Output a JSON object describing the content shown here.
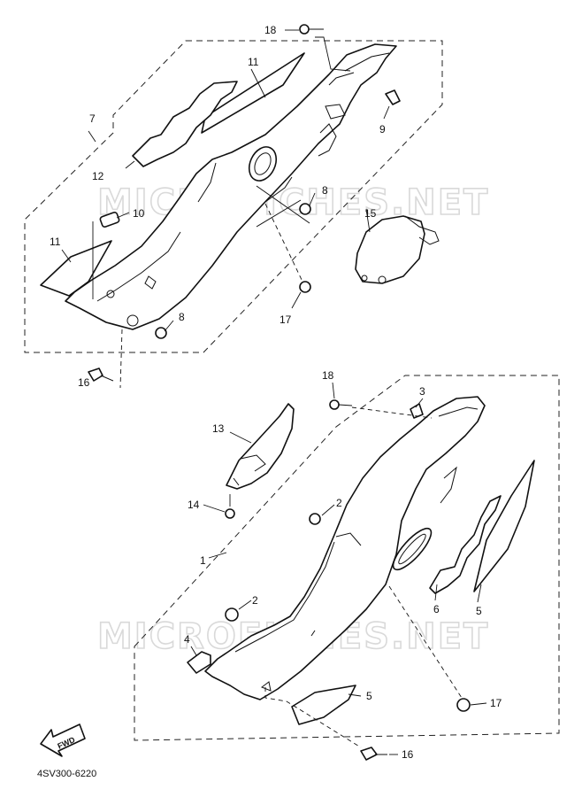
{
  "diagram": {
    "watermark": "MICROFICHES.NET",
    "document_code": "4SV300-6220",
    "fwd_label": "FWD",
    "callouts": [
      {
        "label": "18"
      },
      {
        "label": "11"
      },
      {
        "label": "7"
      },
      {
        "label": "9"
      },
      {
        "label": "12"
      },
      {
        "label": "8"
      },
      {
        "label": "10"
      },
      {
        "label": "15"
      },
      {
        "label": "11"
      },
      {
        "label": "8"
      },
      {
        "label": "17"
      },
      {
        "label": "16"
      },
      {
        "label": "18"
      },
      {
        "label": "3"
      },
      {
        "label": "13"
      },
      {
        "label": "14"
      },
      {
        "label": "2"
      },
      {
        "label": "1"
      },
      {
        "label": "6"
      },
      {
        "label": "5"
      },
      {
        "label": "2"
      },
      {
        "label": "4"
      },
      {
        "label": "5"
      },
      {
        "label": "17"
      },
      {
        "label": "16"
      }
    ]
  }
}
